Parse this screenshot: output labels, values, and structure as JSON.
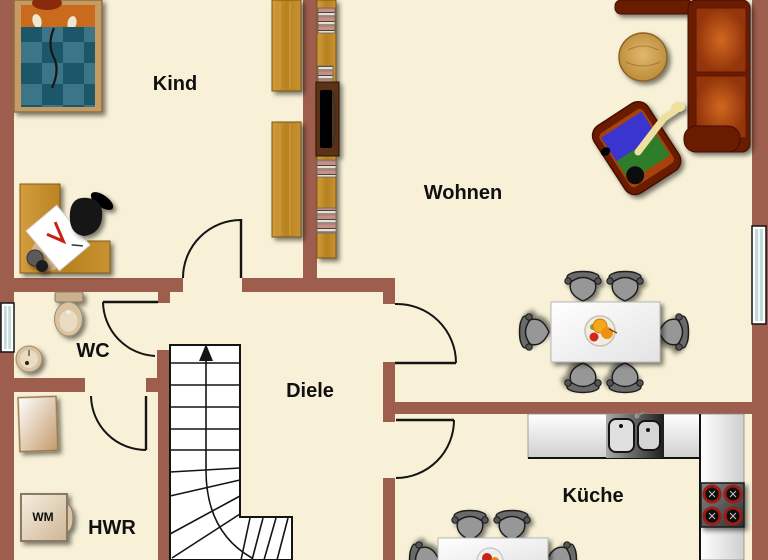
{
  "floor_plan": {
    "rooms": [
      {
        "id": "kind",
        "label": "Kind"
      },
      {
        "id": "wohnen",
        "label": "Wohnen"
      },
      {
        "id": "wc",
        "label": "WC"
      },
      {
        "id": "diele",
        "label": "Diele"
      },
      {
        "id": "hwr",
        "label": "HWR"
      },
      {
        "id": "kueche",
        "label": "Küche"
      }
    ],
    "appliances": {
      "washing_machine": "WM"
    },
    "stairs": {
      "arrow_direction": "up"
    },
    "colors": {
      "wall": "#9e5e4d",
      "floor": "#f8f1d7",
      "wood": "#c28429",
      "sofa": "#6b1a02",
      "cushion": "#a8430d",
      "chair_gray": "#949494",
      "blanket_light": "#3a7487",
      "blanket_dark": "#1e5669",
      "door_line": "#141414"
    }
  }
}
